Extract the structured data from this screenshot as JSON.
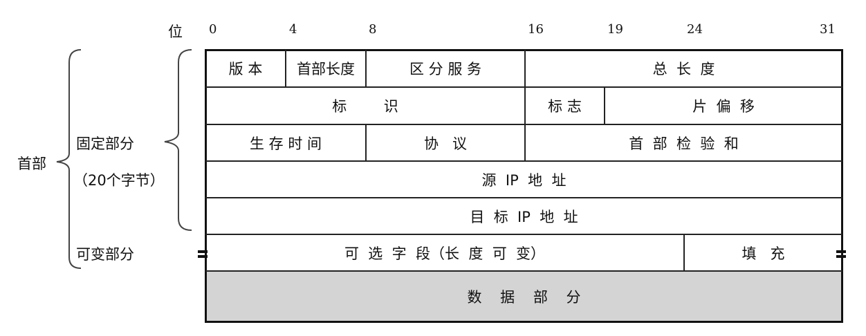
{
  "bit_axis": {
    "label": "位",
    "ticks": [
      "0",
      "4",
      "8",
      "16",
      "19",
      "24",
      "31"
    ]
  },
  "left_labels": {
    "header": "首部",
    "fixed_part": "固定部分",
    "fixed_size": "（20个字节）",
    "variable_part": "可变部分"
  },
  "rows": {
    "version": "版 本",
    "ihl": "首部长度",
    "tos": "区 分 服 务",
    "total_length": "总  长  度",
    "identification": "标        识",
    "flags": "标 志",
    "fragment_offset": "片  偏  移",
    "ttl": "生 存 时 间",
    "protocol": "协   议",
    "checksum": "首  部  检  验  和",
    "source_ip": "源  IP  地  址",
    "dest_ip": "目  标  IP  地  址",
    "options": "可  选  字  段（长  度  可  变）",
    "padding": "填   充",
    "data": "数    据    部    分"
  },
  "colors": {
    "data_fill": "#d4d4d4",
    "line": "#222222"
  }
}
